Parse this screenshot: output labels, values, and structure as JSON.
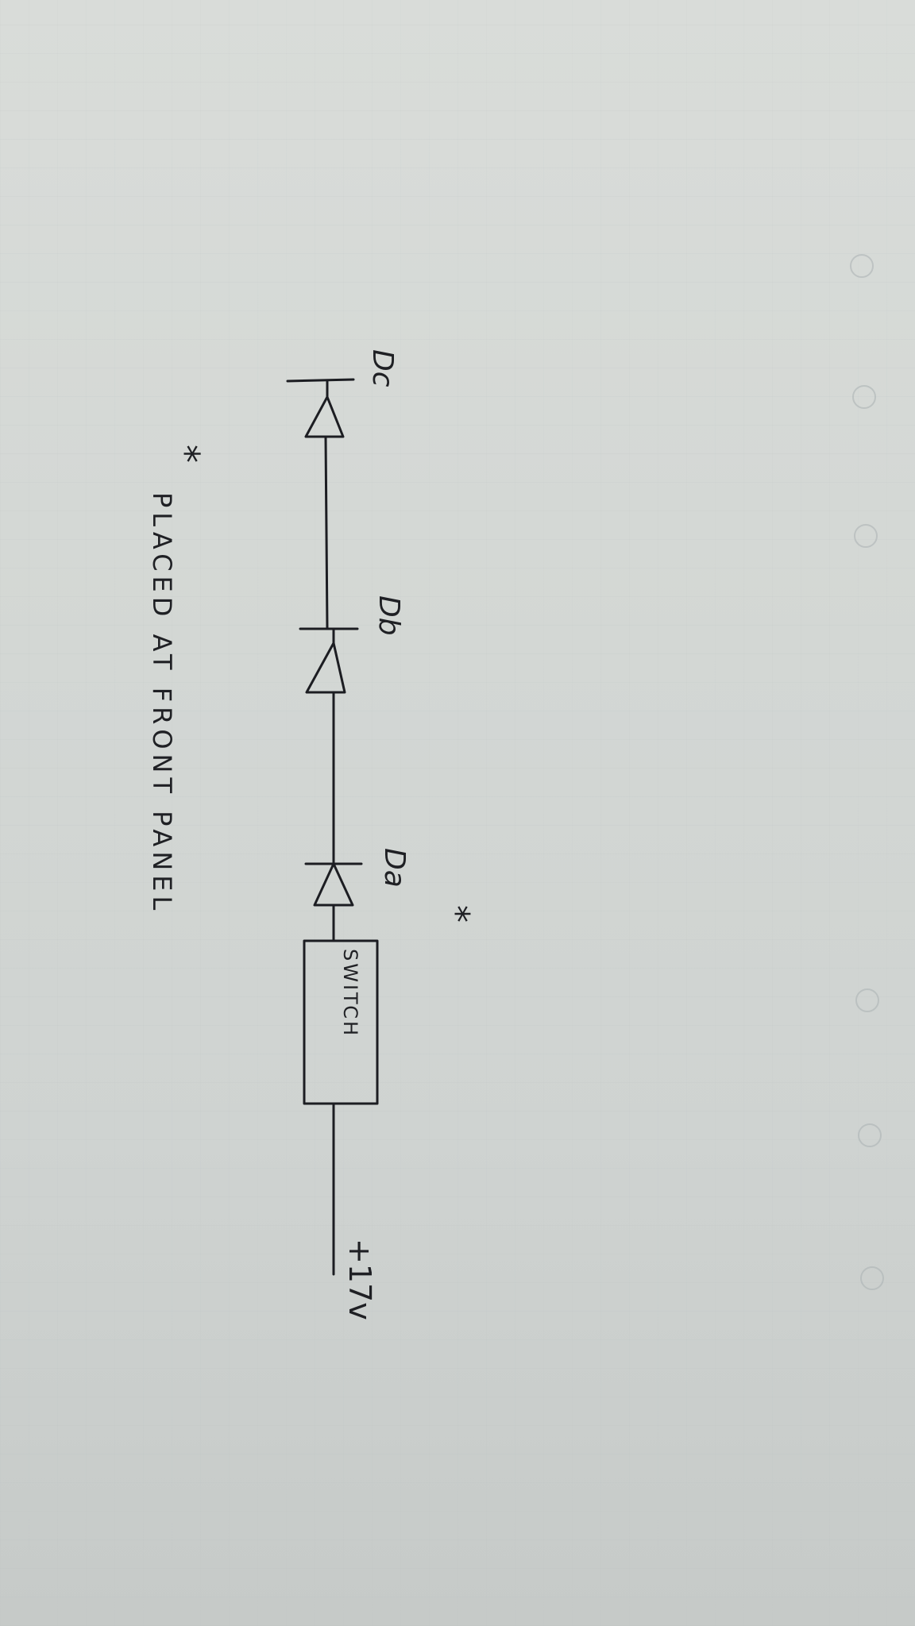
{
  "diagram": {
    "supply_label": "+17v",
    "switch_label": "SWITCH",
    "diodes": [
      {
        "label": "Da",
        "marker": "*"
      },
      {
        "label": "Db"
      },
      {
        "label": "Dc"
      }
    ],
    "footnote": {
      "marker": "*",
      "text": "PLACED AT FRONT PANEL"
    }
  }
}
